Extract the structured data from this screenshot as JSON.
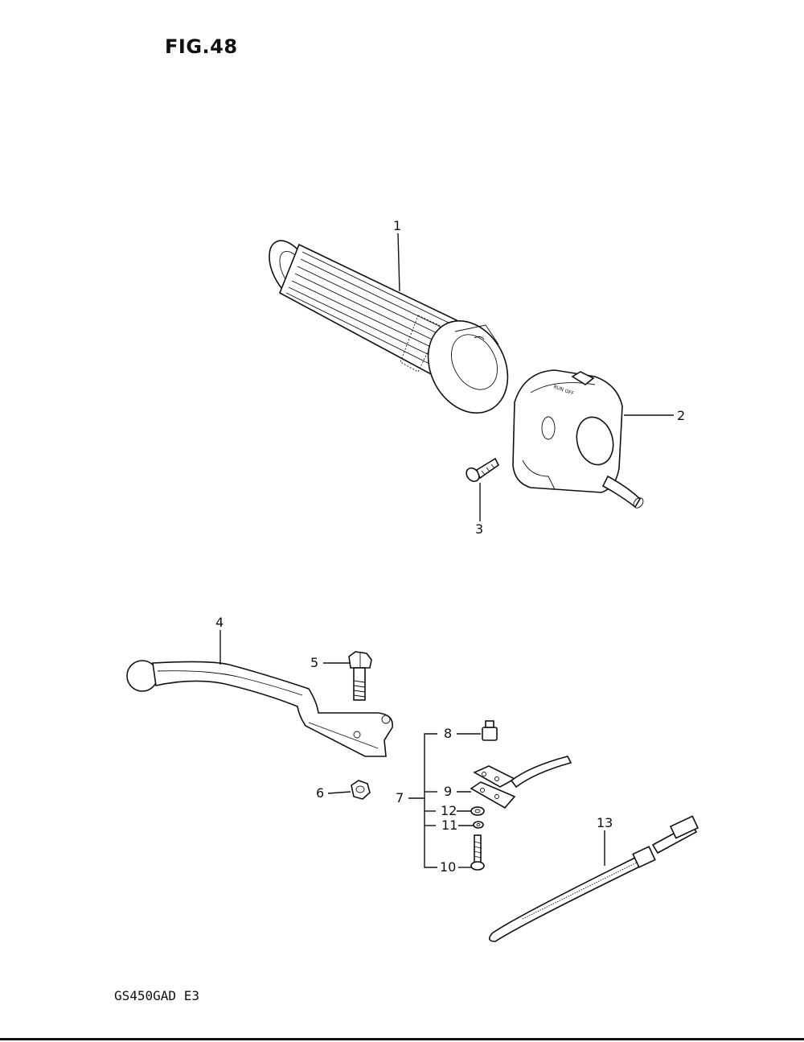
{
  "figure": {
    "title": "FIG.48",
    "model": "GS450GAD  E3"
  },
  "parts": [
    {
      "id": "grip",
      "ref": "1"
    },
    {
      "id": "switch-housing",
      "ref": "2"
    },
    {
      "id": "housing-screw",
      "ref": "3"
    },
    {
      "id": "brake-lever",
      "ref": "4"
    },
    {
      "id": "pivot-bolt",
      "ref": "5"
    },
    {
      "id": "lock-nut",
      "ref": "6"
    },
    {
      "id": "stop-switch-assy",
      "ref": "7"
    },
    {
      "id": "switch-plunger",
      "ref": "8"
    },
    {
      "id": "switch-bracket",
      "ref": "9"
    },
    {
      "id": "bracket-screw",
      "ref": "10"
    },
    {
      "id": "lock-washer",
      "ref": "11"
    },
    {
      "id": "washer",
      "ref": "12"
    },
    {
      "id": "cable-tie",
      "ref": "13"
    }
  ]
}
